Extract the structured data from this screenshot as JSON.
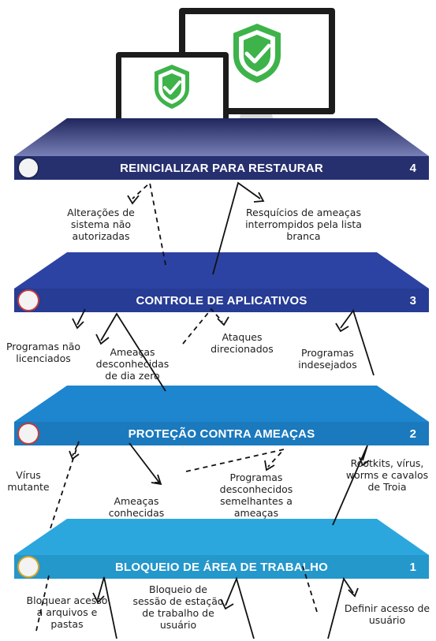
{
  "layers": [
    {
      "title": "REINICIALIZAR PARA RESTAURAR",
      "number": "4",
      "color_top": "#2f3b8f",
      "color_band": "#27306f",
      "icon": "sheep-icon"
    },
    {
      "title": "CONTROLE DE APLICATIVOS",
      "number": "3",
      "color_top": "#2c43a3",
      "color_band": "#263c95",
      "icon": "guard-icon"
    },
    {
      "title": "PROTEÇÃO CONTRA AMEAÇAS",
      "number": "2",
      "color_top": "#1e86cf",
      "color_band": "#1b79bd",
      "icon": "lighthouse-icon"
    },
    {
      "title": "BLOQUEIO DE ÁREA DE TRABALHO",
      "number": "1",
      "color_top": "#2ba7dd",
      "color_band": "#2497cb",
      "icon": "keys-icon"
    }
  ],
  "labels": {
    "l4a": "Alterações de sistema não autorizadas",
    "l4b": "Resquícios de ameaças interrompidos pela lista branca",
    "l3a": "Programas não licenciados",
    "l3b": "Ameaças desconhecidas de dia zero",
    "l3c": "Ataques direcionados",
    "l3d": "Programas indesejados",
    "l2a": "Vírus mutante",
    "l2b": "Ameaças conhecidas",
    "l2c": "Programas desconhecidos semelhantes a ameaças",
    "l2d": "Rootkits, vírus, worms e cavalos de Troia",
    "l1a": "Bloquear acesso a arquivos e pastas",
    "l1b": "Bloqueio de sessão de estação de trabalho de usuário",
    "l1c": "Definir acesso de usuário"
  },
  "devices": {
    "shield_color": "#3db34a",
    "screen_bg": "#ffffff",
    "frame_color": "#1c1c1c"
  }
}
